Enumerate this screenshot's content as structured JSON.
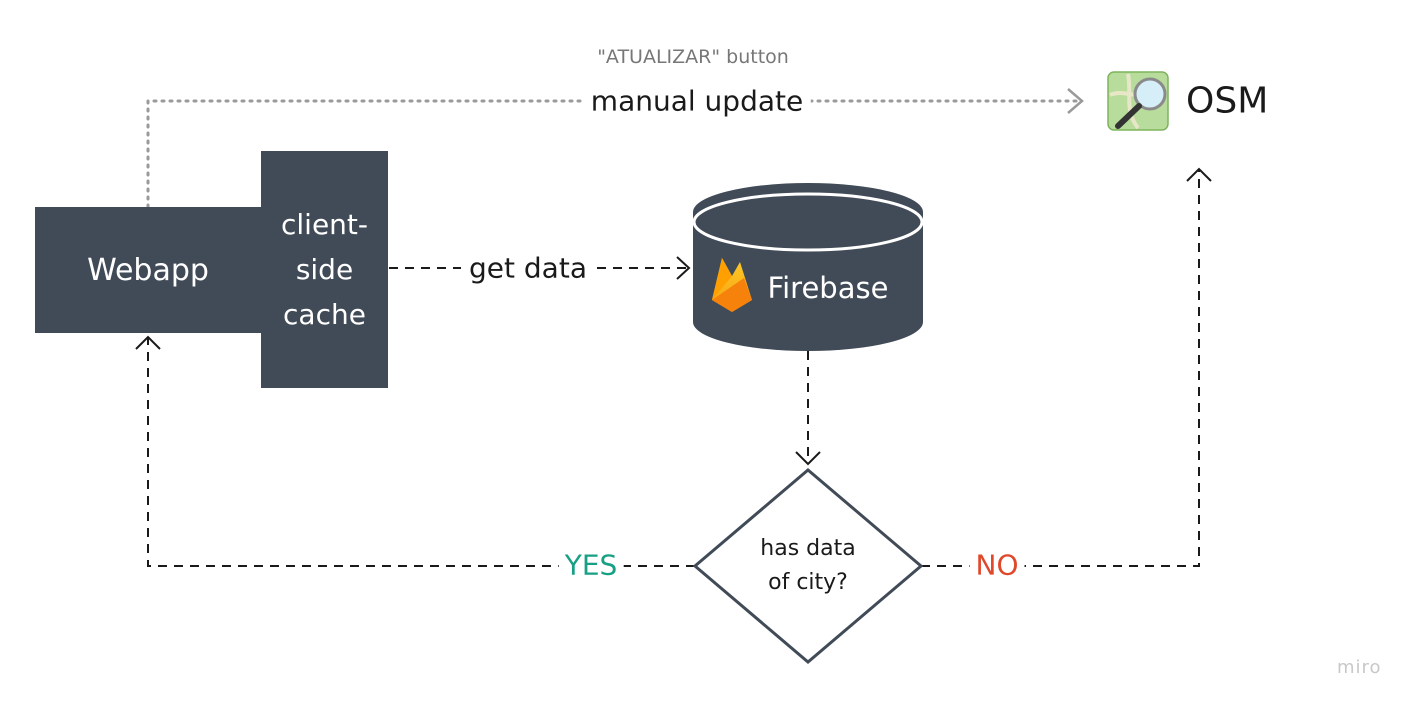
{
  "nodes": {
    "webapp": "Webapp",
    "cache_lines": [
      "client-",
      "side",
      "cache"
    ],
    "firebase": "Firebase",
    "osm": "OSM",
    "decision_lines": [
      "has data",
      "of city?"
    ]
  },
  "edges": {
    "manual_update_caption": "\"ATUALIZAR\" button",
    "manual_update": "manual update",
    "get_data": "get data",
    "yes": "YES",
    "no": "NO"
  },
  "colors": {
    "box_fill": "#414b57",
    "yes": "#17a085",
    "no": "#e0482b",
    "firebase_flame": "#f8a825"
  },
  "icons": {
    "osm": "osm-magnifier-map-icon",
    "firebase": "firebase-flame-icon"
  },
  "watermark": "miro"
}
